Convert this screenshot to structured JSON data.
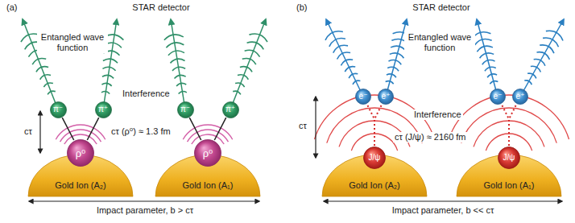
{
  "diagram": {
    "nodes": [
      {
        "text": [
          "π⁻"
        ]
      },
      {
        "text": [
          "π⁺"
        ]
      },
      {
        "text": [
          "π⁻"
        ]
      },
      {
        "text": [
          "π⁺"
        ]
      },
      {
        "text": [
          "ρ⁰"
        ]
      },
      {
        "text": [
          "ρ⁰"
        ]
      },
      {
        "text": [
          "Gold Ion (A₂)"
        ]
      },
      {
        "text": [
          "Gold Ion (A₁)"
        ]
      },
      {
        "text": [
          "e⁻"
        ]
      },
      {
        "text": [
          "e⁺"
        ]
      },
      {
        "text": [
          "e⁻"
        ]
      },
      {
        "text": [
          "e⁺"
        ]
      },
      {
        "text": [
          "J/ψ"
        ]
      },
      {
        "text": [
          "J/ψ"
        ]
      },
      {
        "text": [
          "Gold Ion (A₂)"
        ]
      },
      {
        "text": [
          "Gold Ion (A₁)"
        ]
      }
    ],
    "edges": [
      {
        "from": 4,
        "to": 0,
        "arrow": "none"
      },
      {
        "from": 4,
        "to": 1,
        "arrow": "none"
      },
      {
        "from": 5,
        "to": 2,
        "arrow": "none"
      },
      {
        "from": 5,
        "to": 3,
        "arrow": "none"
      },
      {
        "from": 12,
        "to": 8,
        "arrow": "none"
      },
      {
        "from": 12,
        "to": 9,
        "arrow": "none"
      },
      {
        "from": 13,
        "to": 10,
        "arrow": "none"
      },
      {
        "from": 13,
        "to": 11,
        "arrow": "none"
      }
    ],
    "labels": [
      "(a)",
      "STAR detector",
      "Entangled wave function",
      "Interference",
      "cτ",
      "cτ (ρ⁰) ≈ 1.3 fm",
      "Impact parameter, b > cτ",
      "(b)",
      "STAR detector",
      "Entangled wave function",
      "Interference",
      "cτ",
      "cτ (J/ψ) ≈ 2160 fm",
      "Impact parameter, b << cτ"
    ]
  }
}
